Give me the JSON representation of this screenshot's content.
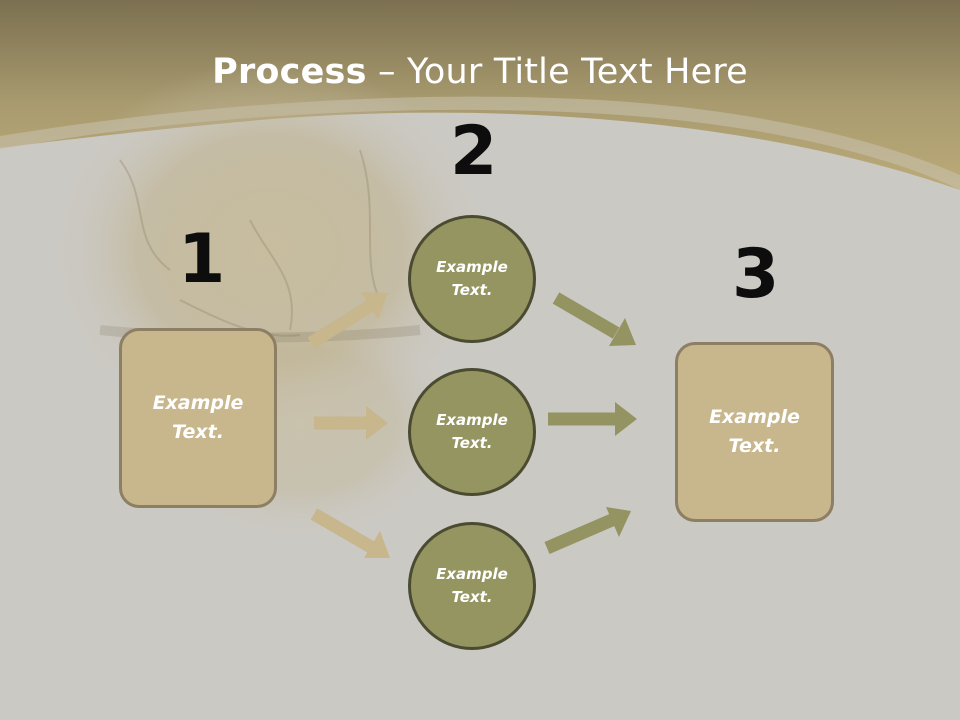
{
  "title": {
    "bold": "Process",
    "rest": " – Your Title Text Here"
  },
  "steps": {
    "one": {
      "number": "1",
      "text": "Example\nText."
    },
    "two": {
      "number": "2",
      "circles": [
        {
          "text": "Example\nText."
        },
        {
          "text": "Example\nText."
        },
        {
          "text": "Example\nText."
        }
      ]
    },
    "three": {
      "number": "3",
      "text": "Example\nText."
    }
  },
  "colors": {
    "background": "#cbc9c3",
    "header_band": "#b1a57a",
    "box_fill": "#c8b68d",
    "circle_fill": "#959562",
    "arrow_left": "#c8b68d",
    "arrow_right": "#949462"
  }
}
